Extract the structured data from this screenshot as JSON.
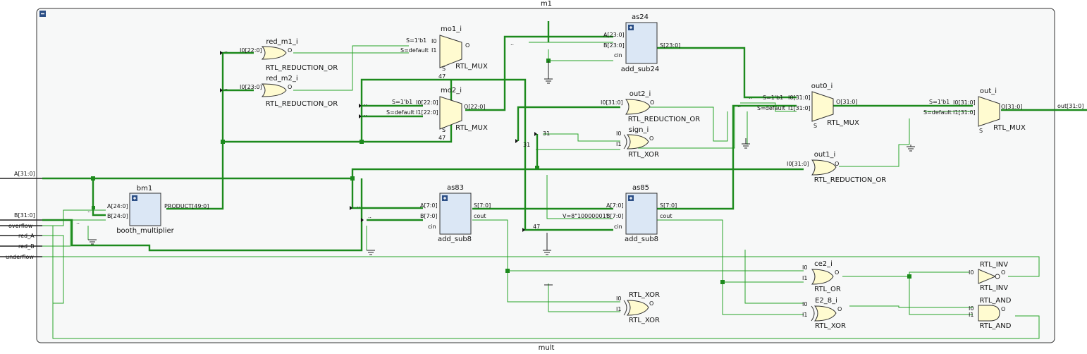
{
  "module": {
    "name": "m1",
    "cell_name": "mult"
  },
  "ports": {
    "inputs": [
      "A[31:0]",
      "B[31:0]",
      "overflow",
      "red_A",
      "red_B",
      "underflow"
    ],
    "outputs": [
      "out[31:0]"
    ]
  },
  "cells": {
    "bm1": {
      "name": "bm1",
      "type": "booth_multiplier",
      "pins": [
        "A[24:0]",
        "B[24:0]",
        "PRODUCT[49:0]"
      ]
    },
    "red_m1": {
      "name": "red_m1_i",
      "type": "RTL_REDUCTION_OR",
      "in": "I0[22:0]",
      "out": "O"
    },
    "red_m2": {
      "name": "red_m2_i",
      "type": "RTL_REDUCTION_OR",
      "in": "I0[23:0]",
      "out": "O"
    },
    "mo1": {
      "name": "mo1_i",
      "type": "RTL_MUX",
      "pins": [
        "S=1'b1",
        "I0",
        "S=default",
        "I1",
        "S",
        "O"
      ],
      "const": "47"
    },
    "mo2": {
      "name": "mo2_i",
      "type": "RTL_MUX",
      "pins": [
        "S=1'b1",
        "I0[22:0]",
        "S=default",
        "I1[22:0]",
        "S",
        "O[22:0]"
      ],
      "const": "47"
    },
    "as24": {
      "name": "as24",
      "type": "add_sub24",
      "pins": [
        "A[23:0]",
        "B[23:0]",
        "cin",
        "S[23:0]"
      ]
    },
    "out2": {
      "name": "out2_i",
      "type": "RTL_REDUCTION_OR",
      "in": "I0[31:0]",
      "out": "O"
    },
    "sign": {
      "name": "sign_i",
      "type": "RTL_XOR",
      "pins": [
        "I0",
        "I1",
        "O"
      ],
      "const": "31"
    },
    "out0": {
      "name": "out0_i",
      "type": "RTL_MUX",
      "pins": [
        "S=1'b1",
        "I0[31:0]",
        "S=default",
        "I1[31:0]",
        "S",
        "O[31:0]"
      ]
    },
    "out_mux": {
      "name": "out_i",
      "type": "RTL_MUX",
      "pins": [
        "S=1'b1",
        "I0[31:0]",
        "S=default",
        "I1[31:0]",
        "S",
        "O[31:0]"
      ]
    },
    "out1": {
      "name": "out1_i",
      "type": "RTL_REDUCTION_OR",
      "in": "I0[31:0]",
      "out": "O"
    },
    "as83": {
      "name": "as83",
      "type": "add_sub8",
      "pins": [
        "A[7:0]",
        "B[7:0]",
        "cin",
        "S[7:0]",
        "cout"
      ]
    },
    "as85": {
      "name": "as85",
      "type": "add_sub8",
      "pins": [
        "A[7:0]",
        "B[7:0]",
        "cin",
        "S[7:0]",
        "cout"
      ],
      "const": "V=8\"10000001\"",
      "const2": "47"
    },
    "ce2": {
      "name": "ce2_i",
      "type": "RTL_OR",
      "pins": [
        "I0",
        "I1",
        "O"
      ]
    },
    "e28": {
      "name": "E2_8_i",
      "type": "RTL_XOR",
      "pins": [
        "I0",
        "I1",
        "O"
      ]
    },
    "xor2": {
      "name": "RTL_XOR",
      "type": "RTL_XOR",
      "pins": [
        "I0",
        "I1",
        "O"
      ]
    },
    "inv": {
      "name": "RTL_INV",
      "type": "RTL_INV",
      "pins": [
        "I0",
        "O"
      ]
    },
    "and": {
      "name": "RTL_AND",
      "type": "RTL_AND",
      "pins": [
        "I0",
        "I1",
        "O"
      ]
    }
  },
  "misc": {
    "ellipsis": "..",
    "const31": "31"
  },
  "colors": {
    "wire": "#27a327",
    "bus": "#1d8a1d",
    "block": "#dbe7f5",
    "gate": "#fffbd0",
    "frame": "#f7f8f8"
  }
}
